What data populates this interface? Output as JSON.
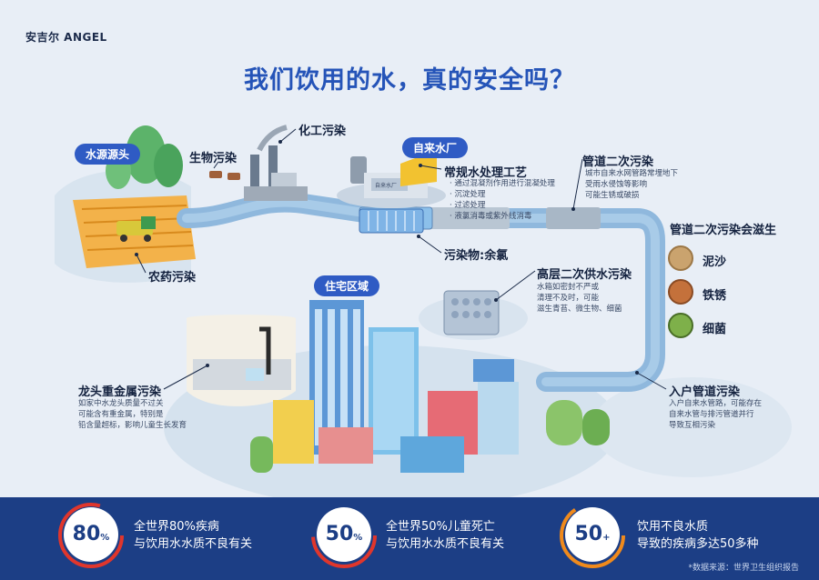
{
  "brand": "安吉尔 ANGEL",
  "title": "我们饮用的水，真的安全吗？",
  "sections": {
    "source": "水源源头",
    "plant": "自来水厂",
    "residential": "住宅区域"
  },
  "labels": {
    "chemical": "化工污染",
    "biological": "生物污染",
    "pesticide": "农药污染",
    "plant_process": "常规水处理工艺",
    "residual": "污染物:余氯",
    "pipe_secondary": "管道二次污染",
    "pipe_breeds": "管道二次污染会滋生",
    "sand": "泥沙",
    "rust": "铁锈",
    "bacteria": "细菌",
    "high_rise": "高层二次供水污染",
    "entry_pipe": "入户管道污染",
    "faucet": "龙头重金属污染",
    "plant_sign": "自来水厂"
  },
  "notes": {
    "plant_process": [
      "· 通过混凝剂作用进行混凝处理",
      "· 沉淀处理",
      "· 过滤处理",
      "· 液氯消毒或紫外线消毒"
    ],
    "pipe_secondary": [
      "城市自来水网管路常埋地下",
      "受雨水侵蚀等影响",
      "可能生锈或破损"
    ],
    "high_rise": [
      "水箱如密封不严或",
      "清理不及时，可能",
      "滋生青苔、微生物、细菌"
    ],
    "entry_pipe": [
      "入户自来水管路，可能存在",
      "自来水管与排污管道并行",
      "导致互相污染"
    ],
    "faucet": [
      "如家中水龙头质量不过关",
      "可能含有重金属，特别是",
      "铅含量超标，影响儿童生长发育"
    ]
  },
  "stats": [
    {
      "number": "80",
      "unit": "%",
      "lines": [
        "全世界80%疾病",
        "与饮用水水质不良有关"
      ]
    },
    {
      "number": "50",
      "unit": "%",
      "lines": [
        "全世界50%儿童死亡",
        "与饮用水水质不良有关"
      ]
    },
    {
      "number": "50",
      "unit": "+",
      "lines": [
        "饮用不良水质",
        "导致的疾病多达50多种"
      ]
    }
  ],
  "source_note": "*数据来源：世界卫生组织报告",
  "colors": {
    "background": "#e8eef6",
    "accent": "#2554b8",
    "pill": "#2f5bc4",
    "pipe": "#8fb8dd",
    "pipe_dark": "#5d86b5",
    "bottom": "#1c3e85",
    "red_ring": "#e0362c",
    "orange_ring": "#f08a1c"
  }
}
